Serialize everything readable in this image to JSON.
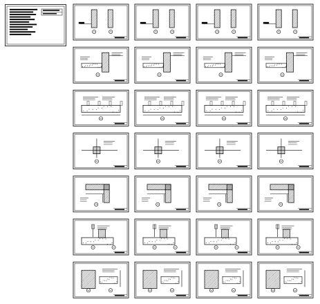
{
  "page": {
    "kind": "cad-drawing-thumbnail-sheet",
    "background": "#ffffff",
    "ink": "#000000"
  },
  "cover_sheet": {
    "text_blocks": 2,
    "symbols": [
      "text-block-symbol",
      "title-block-symbol"
    ]
  },
  "grid": {
    "rows": 7,
    "columns": 4,
    "sheet_count": 28
  },
  "sheet_types": [
    "wall-section",
    "wall-junction",
    "slab-section",
    "cross-grid",
    "corner-detail",
    "column-base",
    "combined-details"
  ],
  "rows": [
    {
      "type": "wall-section",
      "sheets": 4
    },
    {
      "type": "wall-junction",
      "sheets": 4
    },
    {
      "type": "slab-section",
      "sheets": 4
    },
    {
      "type": "cross-grid",
      "sheets": 4
    },
    {
      "type": "corner-detail",
      "sheets": 4
    },
    {
      "type": "column-base",
      "sheets": 4
    },
    {
      "type": "combined-details",
      "sheets": 4
    }
  ]
}
